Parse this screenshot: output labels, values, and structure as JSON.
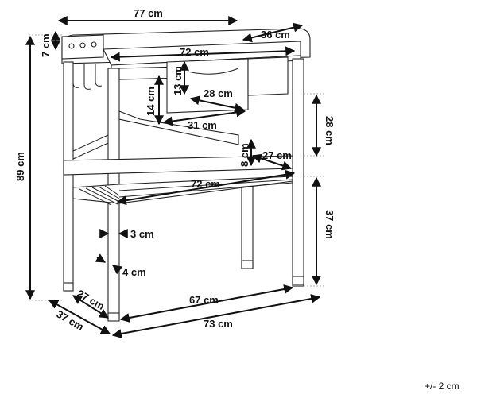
{
  "dimensions": {
    "top_width": "77 cm",
    "top_depth": "36 cm",
    "backboard_height": "7 cm",
    "drawer_width": "72 cm",
    "total_height": "89 cm",
    "drawer_height_front": "13 cm",
    "drawer_height_side": "14 cm",
    "drawer_depth": "28 cm",
    "drawer_depth_bottom": "31 cm",
    "shelf_gap": "28 cm",
    "shelf_rim_height": "8 cm",
    "shelf_depth": "27 cm",
    "shelf_width": "72 cm",
    "shelf_height": "37 cm",
    "leg_width": "3 cm",
    "leg_depth": "4 cm",
    "base_depth_inner": "27 cm",
    "base_width_inner": "67 cm",
    "base_depth_outer": "37 cm",
    "base_width_outer": "73 cm"
  },
  "tolerance": "+/- 2 cm"
}
